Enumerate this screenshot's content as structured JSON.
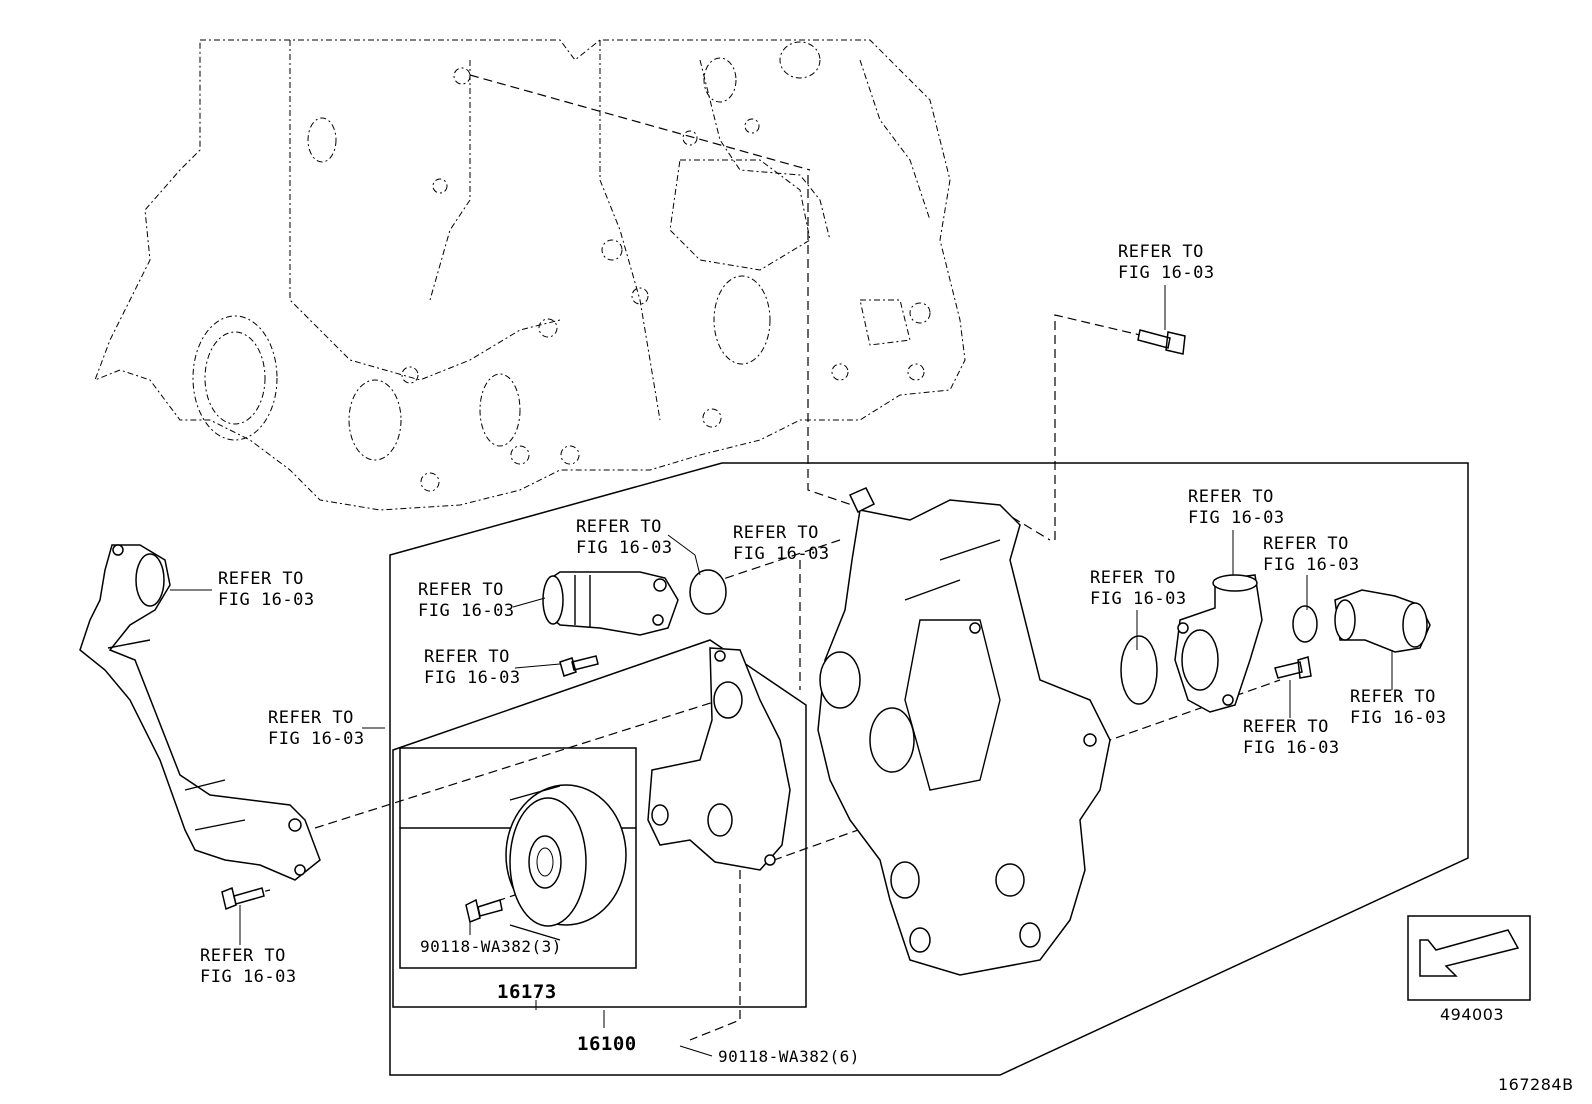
{
  "refer_label": "REFER TO",
  "fig_label": "FIG 16-03",
  "parts": {
    "water_pump_assy": "16100",
    "pulley_sub": "16173",
    "bolt_pulley": "90118-WA382(3)",
    "bolt_pump": "90118-WA382(6)"
  },
  "direction_code": "494003",
  "figure_code": "167284B",
  "icons": {
    "engine_block": "engine-block-drawing",
    "front_arrow": "front-direction-arrow-icon"
  }
}
